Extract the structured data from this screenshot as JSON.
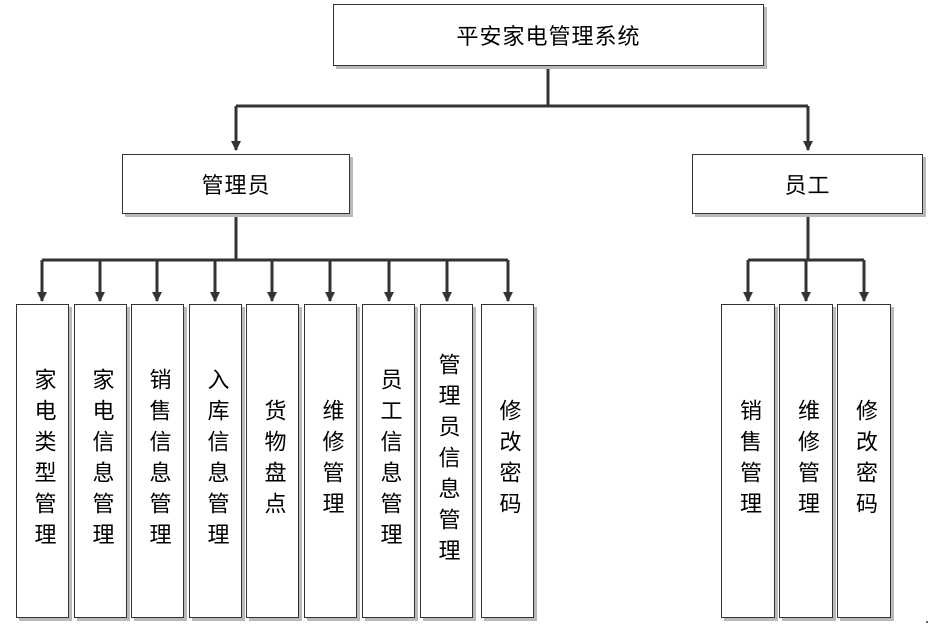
{
  "root": {
    "label": "平安家电管理系统"
  },
  "groups": [
    {
      "label": "管理员",
      "children": [
        {
          "label": "家电类型管理"
        },
        {
          "label": "家电信息管理"
        },
        {
          "label": "销售信息管理"
        },
        {
          "label": "入库信息管理"
        },
        {
          "label": "货物盘点"
        },
        {
          "label": "维修管理"
        },
        {
          "label": "员工信息管理"
        },
        {
          "label": "管理员信息管理"
        },
        {
          "label": "修改密码"
        }
      ]
    },
    {
      "label": "员工",
      "children": [
        {
          "label": "销售管理"
        },
        {
          "label": "维修管理"
        },
        {
          "label": "修改密码"
        }
      ]
    }
  ],
  "colors": {
    "line": "#333333",
    "shadow": "#b9b9b9",
    "box_fill": "#ffffff"
  }
}
